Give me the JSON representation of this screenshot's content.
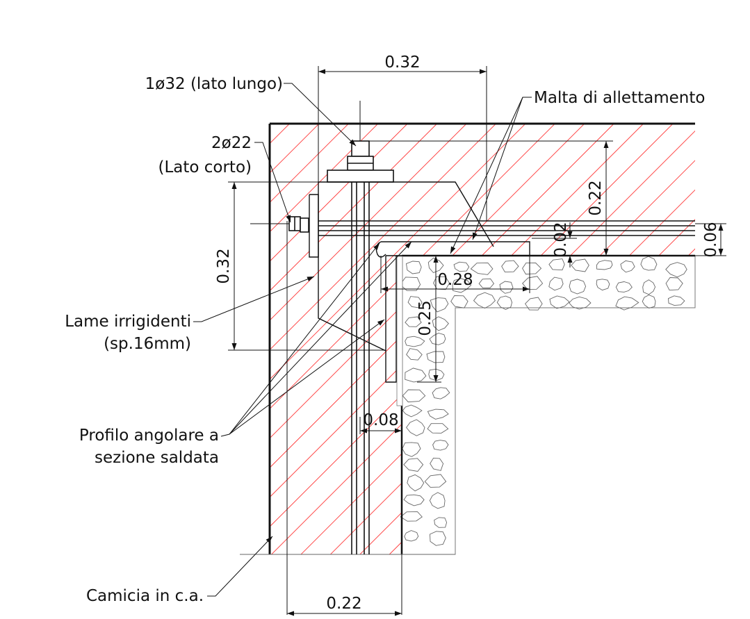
{
  "colors": {
    "hatch": "#ff1a1a",
    "line": "#111111",
    "stone": "#555555",
    "background": "#ffffff"
  },
  "labels": {
    "bar_long": "1ø32 (lato lungo)",
    "bar_short_1": "2ø22",
    "bar_short_2": "(Lato corto)",
    "mortar": "Malta di allettamento",
    "plates_1": "Lame irrigidenti",
    "plates_2": "(sp.16mm)",
    "angle_1": "Profilo angolare a",
    "angle_2": "sezione saldata",
    "jacket": "Camicia in c.a."
  },
  "dimensions": {
    "top_width": "0.32",
    "left_height": "0.32",
    "right_height": "0.22",
    "right_small": "0.02",
    "right_edge": "0.06",
    "angle_width": "0.28",
    "angle_height": "0.25",
    "gap": "0.08",
    "bottom_width": "0.22"
  }
}
